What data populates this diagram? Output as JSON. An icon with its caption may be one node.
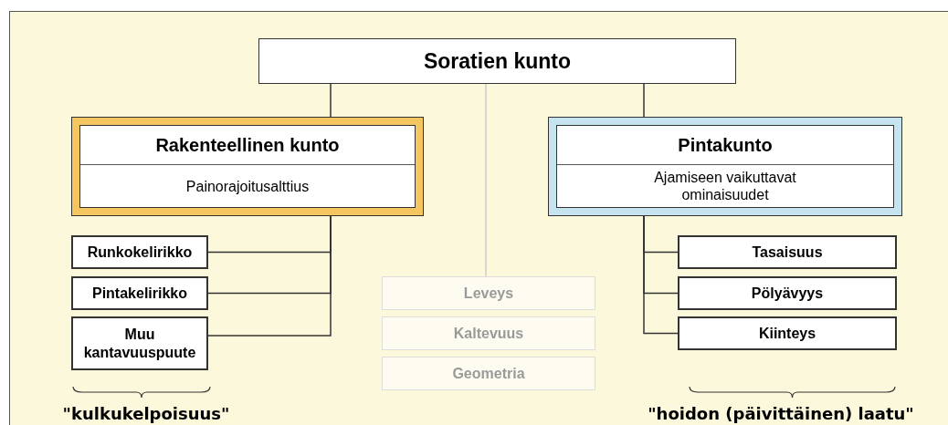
{
  "diagram": {
    "nodes": [
      {
        "text": [
          "Soratien kunto"
        ]
      },
      {
        "text": [
          "Rakenteellinen kunto",
          "Painorajoitusalttius"
        ]
      },
      {
        "text": [
          "Pintakunto",
          "Ajamiseen vaikuttavat ominaisuudet"
        ]
      },
      {
        "text": [
          "Runkokelirikko"
        ]
      },
      {
        "text": [
          "Pintakelirikko"
        ]
      },
      {
        "text": [
          "Muu kantavuuspuute"
        ]
      },
      {
        "text": [
          "Leveys"
        ]
      },
      {
        "text": [
          "Kaltevuus"
        ]
      },
      {
        "text": [
          "Geometria"
        ]
      },
      {
        "text": [
          "Tasaisuus"
        ]
      },
      {
        "text": [
          "Pölyävyys"
        ]
      },
      {
        "text": [
          "Kiinteys"
        ]
      }
    ],
    "edges": [
      {
        "from": 0,
        "to": 1,
        "arrow": "none"
      },
      {
        "from": 0,
        "to": 2,
        "arrow": "none"
      },
      {
        "from": 0,
        "to": 6,
        "arrow": "none",
        "color": "#cccccc"
      },
      {
        "from": 1,
        "to": 3,
        "arrow": "none"
      },
      {
        "from": 1,
        "to": 4,
        "arrow": "none"
      },
      {
        "from": 1,
        "to": 5,
        "arrow": "none"
      },
      {
        "from": 2,
        "to": 9,
        "arrow": "none"
      },
      {
        "from": 2,
        "to": 10,
        "arrow": "none"
      },
      {
        "from": 2,
        "to": 11,
        "arrow": "none"
      }
    ],
    "labels": [
      "\"kulkukelpoisuus\"",
      "\"hoidon (päivittäinen) laatu\""
    ]
  }
}
